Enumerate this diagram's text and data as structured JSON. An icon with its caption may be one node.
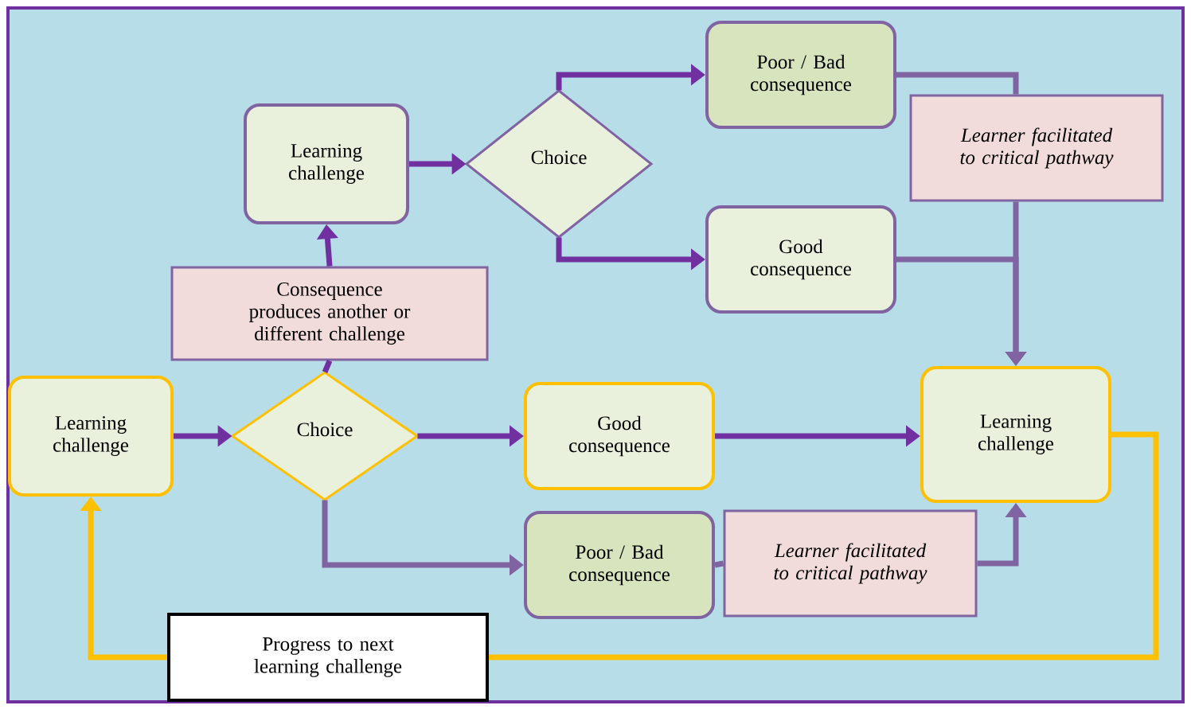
{
  "diagram": {
    "nodes": [
      {
        "text": [
          "Learning challenge"
        ]
      },
      {
        "text": [
          "Choice"
        ]
      },
      {
        "text": [
          "Poor / Bad consequence"
        ]
      },
      {
        "text": [
          "Learner facilitated to critical pathway"
        ]
      },
      {
        "text": [
          "Good consequence"
        ]
      },
      {
        "text": [
          "Consequence produces another or different challenge"
        ]
      },
      {
        "text": [
          "Learning challenge"
        ]
      },
      {
        "text": [
          "Choice"
        ]
      },
      {
        "text": [
          "Good consequence"
        ]
      },
      {
        "text": [
          "Learning challenge"
        ]
      },
      {
        "text": [
          "Poor / Bad consequence"
        ]
      },
      {
        "text": [
          "Learner facilitated to critical pathway"
        ]
      },
      {
        "text": [
          "Progress to next learning challenge"
        ]
      }
    ],
    "edges": [
      {
        "from": 5,
        "to": 0,
        "arrow": "to"
      },
      {
        "from": 0,
        "to": 1,
        "arrow": "to"
      },
      {
        "from": 1,
        "to": 2,
        "arrow": "to"
      },
      {
        "from": 1,
        "to": 4,
        "arrow": "to"
      },
      {
        "from": 2,
        "to": 3,
        "arrow": "none",
        "color": "#8064a2"
      },
      {
        "from": 3,
        "to": 9,
        "arrow": "to",
        "color": "#8064a2"
      },
      {
        "from": 4,
        "to": 9,
        "arrow": "to",
        "color": "#8064a2"
      },
      {
        "from": 7,
        "to": 5,
        "arrow": "none"
      },
      {
        "from": 6,
        "to": 7,
        "arrow": "to"
      },
      {
        "from": 7,
        "to": 8,
        "arrow": "to"
      },
      {
        "from": 8,
        "to": 9,
        "arrow": "to"
      },
      {
        "from": 7,
        "to": 10,
        "arrow": "to",
        "color": "#8064a2"
      },
      {
        "from": 10,
        "to": 11,
        "arrow": "none",
        "color": "#8064a2"
      },
      {
        "from": 11,
        "to": 9,
        "arrow": "to",
        "color": "#8064a2"
      },
      {
        "from": 9,
        "to": 12,
        "arrow": "none",
        "color": "#ffc000"
      },
      {
        "from": 12,
        "to": 6,
        "arrow": "to",
        "color": "#ffc000"
      }
    ]
  }
}
